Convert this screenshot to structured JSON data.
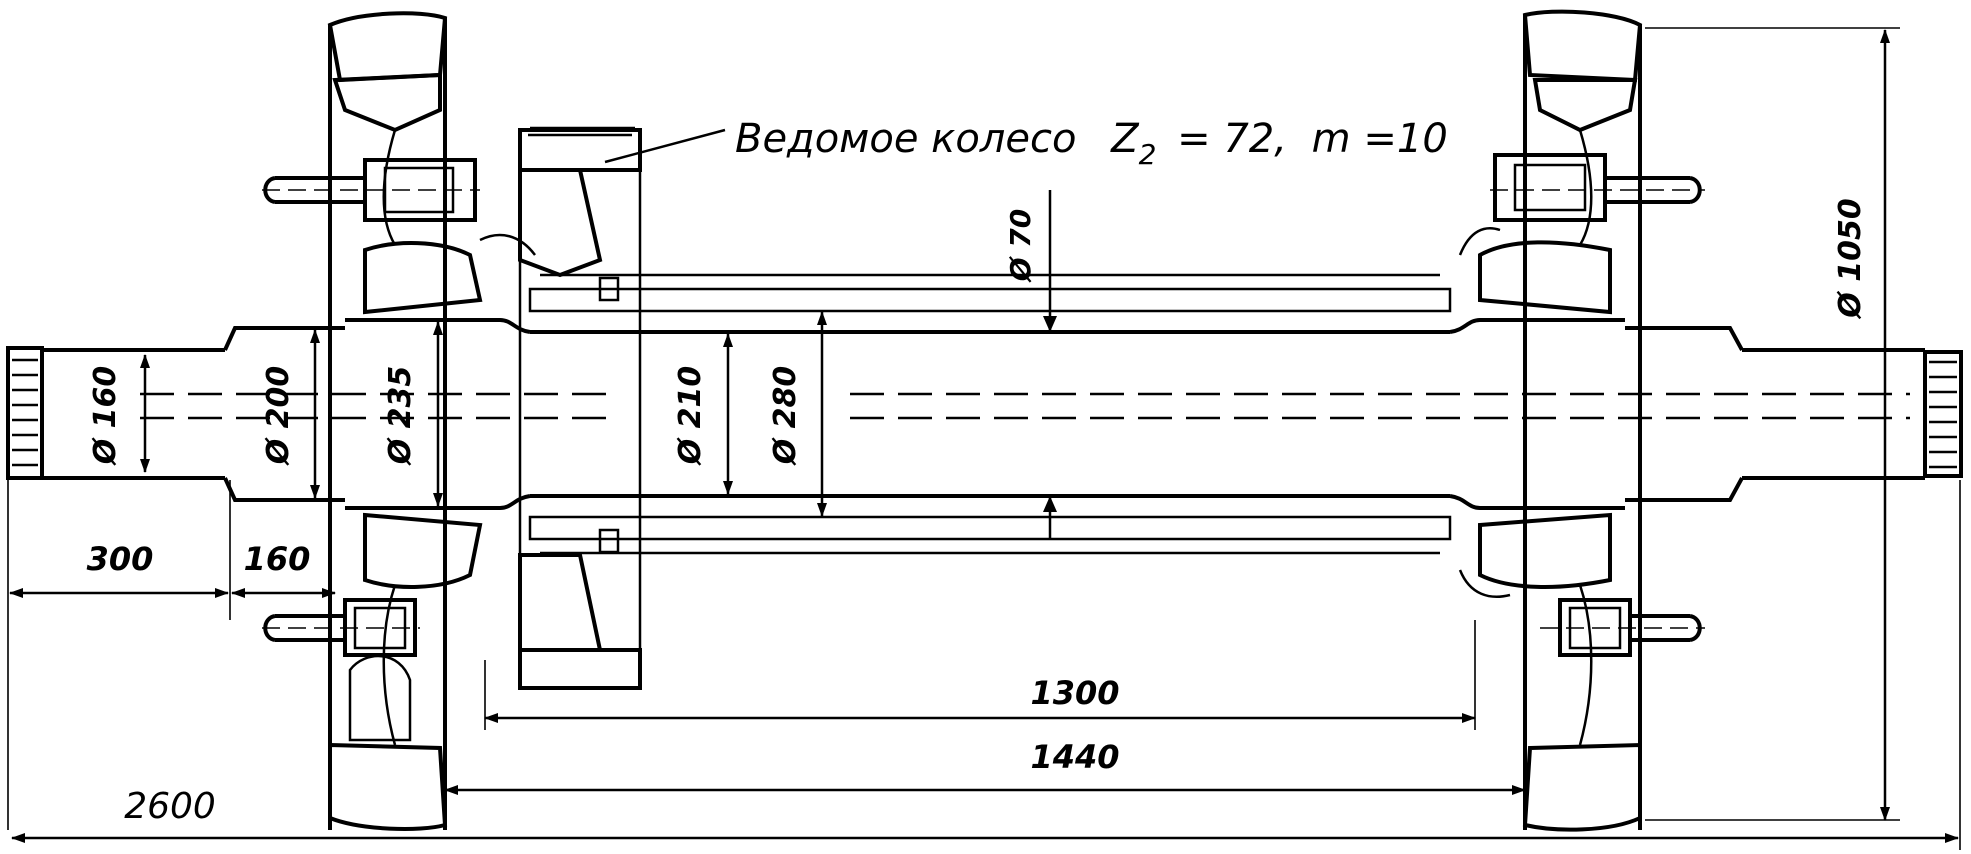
{
  "caption": {
    "text": "Ведомое колесо",
    "z_symbol": "Z",
    "z_subscript": "2",
    "z_value": "= 72,",
    "module": "m =10"
  },
  "dimensions": {
    "d160": "Ø 160",
    "d200": "Ø 200",
    "d235": "Ø 235",
    "d210": "Ø 210",
    "d280": "Ø 280",
    "d70": "Ø 70",
    "d1050": "Ø 1050",
    "len300": "300",
    "len160": "160",
    "len1300": "1300",
    "len1440": "1440",
    "len2600": "2600"
  }
}
